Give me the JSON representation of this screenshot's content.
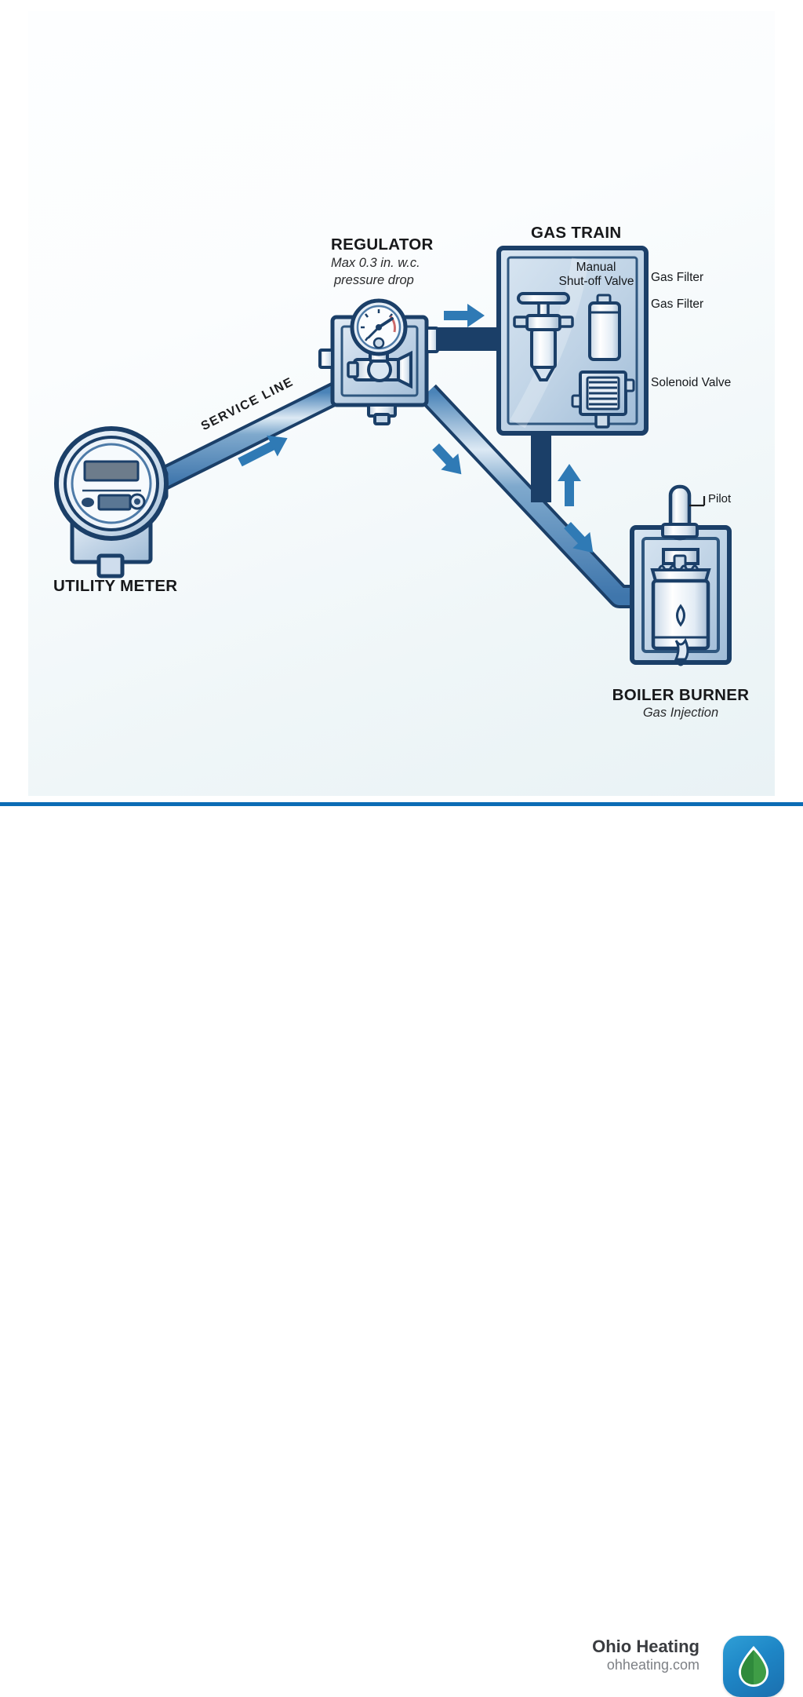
{
  "diagram": {
    "title_utility_meter": "UTILITY METER",
    "service_line": "SERVICE LINE",
    "regulator": {
      "title": "REGULATOR",
      "note_line1": "Max 0.3 in. w.c.",
      "note_line2": "pressure drop"
    },
    "gas_train": {
      "title": "GAS TRAIN",
      "manual_valve_line1": "Manual",
      "manual_valve_line2": "Shut-off Valve",
      "label_gas_filter_1": "Gas Filter",
      "label_gas_filter_2": "Gas Filter",
      "label_solenoid_valve": "Solenoid Valve"
    },
    "burner": {
      "pilot": "Pilot",
      "title": "BOILER BURNER",
      "subtitle": "Gas Injection"
    }
  },
  "footer": {
    "brand_name": "Ohio Heating",
    "brand_url": "ohheating.com"
  },
  "colors": {
    "divider": "#0b6cb5",
    "pipe_outline": "#1b3f68",
    "pipe_fill": "#5b93c4",
    "pipe_highlight": "#dce9f4",
    "arrow": "#2f7ab5",
    "body_fill": "#c9d9e8",
    "logo_blue": "#1e86c6",
    "logo_green": "#3f9d46"
  }
}
